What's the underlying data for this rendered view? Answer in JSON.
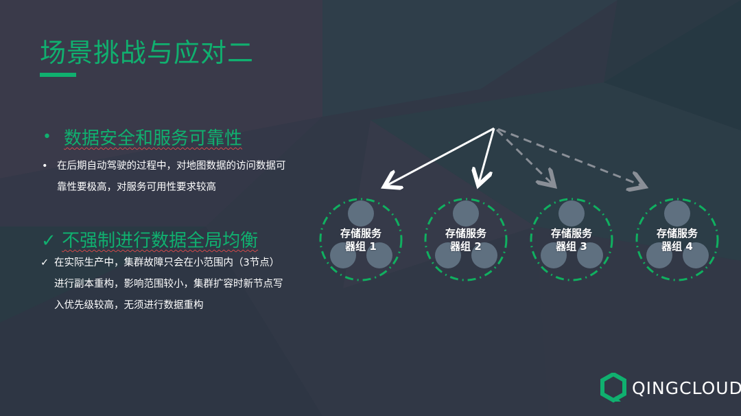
{
  "slide": {
    "title": "场景挑战与应对二",
    "accent_color": "#10b06f",
    "section1": {
      "bullet": "•",
      "heading": "数据安全和服务可靠性",
      "body_marker": "•",
      "body_line1": "在后期自动驾驶的过程中，对地图数据的访问数据可",
      "body_line2": "靠性要极高，对服务可用性要求较高"
    },
    "section2": {
      "check": "✓",
      "heading": "不强制进行数据全局均衡",
      "body_marker": "✓",
      "body_line1": "在实际生产中，集群故障只会在小范围内（3节点）",
      "body_line2": "进行副本重构，影响范围较小，集群扩容时新节点写",
      "body_line3": "入优先级较高，无须进行数据重构"
    },
    "diagram": {
      "clusters": [
        {
          "line1": "存储服务",
          "line2": "器组 1"
        },
        {
          "line1": "存储服务",
          "line2": "器组 2"
        },
        {
          "line1": "存储服务",
          "line2": "器组 3"
        },
        {
          "line1": "存储服务",
          "line2": "器组 4"
        }
      ],
      "arrows": [
        {
          "style": "solid",
          "color": "#ffffff"
        },
        {
          "style": "solid",
          "color": "#ffffff"
        },
        {
          "style": "dashed",
          "color": "#8a8f97"
        },
        {
          "style": "dashed",
          "color": "#8a8f97"
        }
      ]
    },
    "logo": {
      "text": "QINGCLOUD"
    }
  }
}
